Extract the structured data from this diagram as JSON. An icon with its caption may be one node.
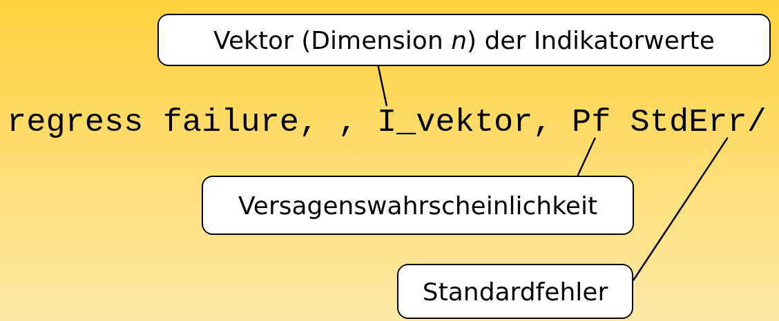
{
  "diagram": {
    "nodes": [
      {
        "text": [
          "Vektor (Dimension *n*) der Indikatorwerte"
        ]
      },
      {
        "text": [
          "regress failure, , I_vektor, Pf StdErr/"
        ]
      },
      {
        "text": [
          "Versagenswahrscheinlichkeit"
        ]
      },
      {
        "text": [
          "Standardfehler"
        ]
      }
    ],
    "edges": [
      {
        "from": 0,
        "to": 1,
        "arrow": "none"
      },
      {
        "from": 2,
        "to": 1,
        "arrow": "none"
      },
      {
        "from": 3,
        "to": 1,
        "arrow": "none"
      }
    ]
  }
}
